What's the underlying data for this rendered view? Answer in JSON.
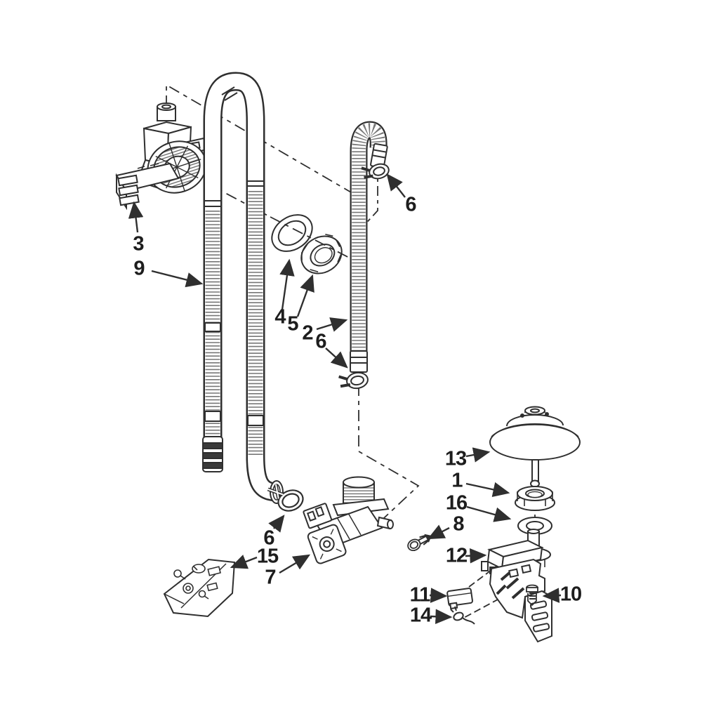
{
  "diagram": {
    "type": "exploded-parts-diagram",
    "background_color": "#ffffff",
    "line_color": "#2f2f2f",
    "rib_color": "#666666",
    "callouts": [
      {
        "number": "3"
      },
      {
        "number": "9"
      },
      {
        "number": "4"
      },
      {
        "number": "5"
      },
      {
        "number": "2"
      },
      {
        "number": "6"
      },
      {
        "number": "6"
      },
      {
        "number": "6"
      },
      {
        "number": "15"
      },
      {
        "number": "7"
      },
      {
        "number": "13"
      },
      {
        "number": "1"
      },
      {
        "number": "16"
      },
      {
        "number": "8"
      },
      {
        "number": "12"
      },
      {
        "number": "11"
      },
      {
        "number": "14"
      },
      {
        "number": "10"
      }
    ]
  }
}
